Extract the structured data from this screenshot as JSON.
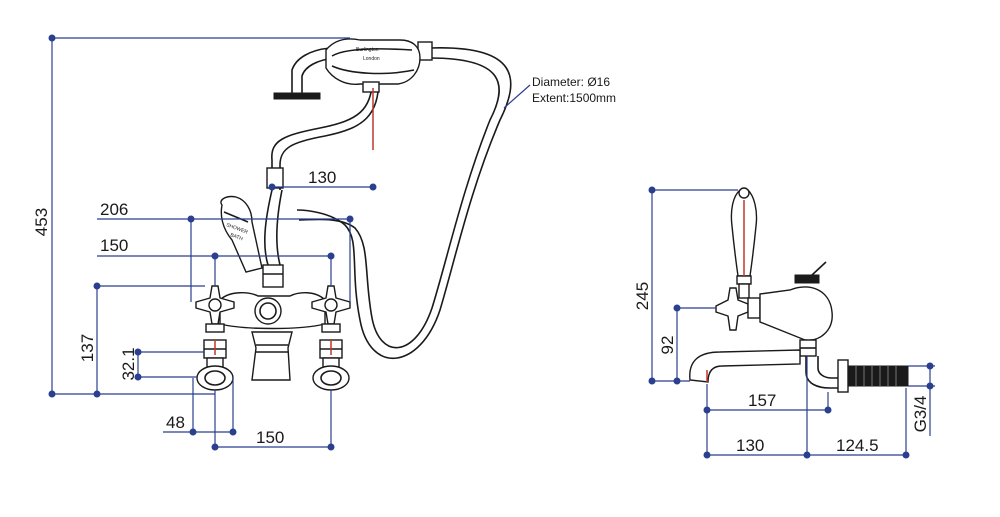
{
  "hose_note": {
    "diameter": "Diameter: Ø16",
    "extent": "Extent:1500mm"
  },
  "handset_brand": "Burlington",
  "handset_sub": "London",
  "lever_text_1": "SHOWER",
  "lever_text_2": "BATH",
  "front_dims": {
    "height_total": "453",
    "width_206": "206",
    "width_150_top": "150",
    "handset_130": "130",
    "height_137": "137",
    "height_32_1": "32.1",
    "width_48": "48",
    "width_150_bottom": "150"
  },
  "side_dims": {
    "height_245": "245",
    "height_92": "92",
    "length_157": "157",
    "length_130": "130",
    "length_124_5": "124.5",
    "thread_g34": "G3/4"
  },
  "colors": {
    "dimension": "#2b3f8f",
    "outline": "#1a1a1a",
    "axis": "#c0392b"
  }
}
